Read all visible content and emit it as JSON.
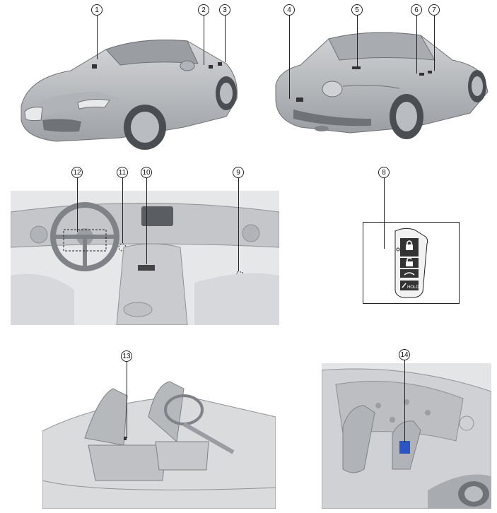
{
  "callouts": [
    "1",
    "2",
    "3",
    "4",
    "5",
    "6",
    "7",
    "8",
    "9",
    "10",
    "11",
    "12",
    "13",
    "14"
  ],
  "key_fob": {
    "hold_label": "HOLD"
  },
  "colors": {
    "car_body": "#bfc1c4",
    "car_shadow": "#8e9195",
    "interior": "#d2d4d7",
    "line": "#222222",
    "highlight_blue": "#2a55c4"
  },
  "icons": [
    "lock-icon",
    "unlock-icon",
    "trunk-icon",
    "horn-icon"
  ]
}
